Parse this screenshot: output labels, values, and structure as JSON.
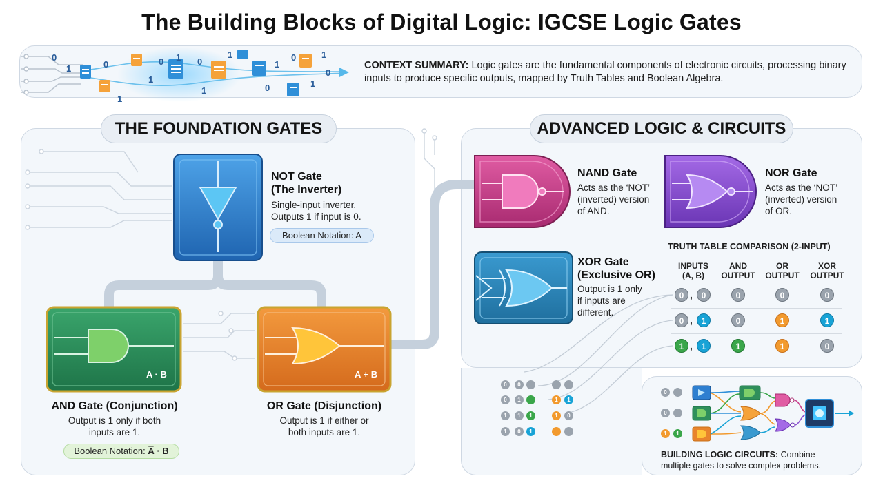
{
  "title": "The Building Blocks of Digital Logic: IGCSE Logic Gates",
  "context": {
    "label": "CONTEXT SUMMARY:",
    "text": " Logic gates are the fundamental components of electronic circuits, processing binary inputs to produce specific outputs, mapped by Truth Tables and Boolean Algebra."
  },
  "foundation": {
    "heading": "THE FOUNDATION GATES",
    "not": {
      "title_1": "NOT Gate",
      "title_2": "(The Inverter)",
      "desc_1": "Single-input inverter.",
      "desc_2": "Outputs 1 if input is 0.",
      "notation": "Boolean Notation: A̅"
    },
    "and": {
      "title": "AND Gate (Conjunction)",
      "desc_1": "Output is 1 only if both",
      "desc_2": "inputs are 1.",
      "notation_prefix": "Boolean Notation: ",
      "notation_expr": "A̅ · B",
      "block_label": "A · B"
    },
    "or": {
      "title": "OR Gate (Disjunction)",
      "desc_1": "Output is 1 if either or",
      "desc_2": "both inputs are 1.",
      "block_label": "A + B"
    }
  },
  "advanced": {
    "heading": "ADVANCED LOGIC & CIRCUITS",
    "nand": {
      "title": "NAND Gate",
      "desc_1": "Acts as the ‘NOT’",
      "desc_2": "(inverted) version",
      "desc_3": "of AND."
    },
    "nor": {
      "title": "NOR Gate",
      "desc_1": "Acts as the ‘NOT’",
      "desc_2": "(inverted) version",
      "desc_3": "of OR."
    },
    "xor": {
      "title_1": "XOR Gate",
      "title_2": "(Exclusive OR)",
      "desc_1": "Output is 1 only",
      "desc_2": "if inputs are",
      "desc_3": "different."
    }
  },
  "truth_table": {
    "title": "TRUTH TABLE COMPARISON (2-INPUT)",
    "headers": [
      [
        "INPUTS",
        "(A, B)"
      ],
      [
        "AND",
        "OUTPUT"
      ],
      [
        "OR",
        "OUTPUT"
      ],
      [
        "XOR",
        "OUTPUT"
      ]
    ],
    "rows": [
      {
        "a": "0",
        "b": "0",
        "and": "0",
        "or": "0",
        "xor": "0"
      },
      {
        "a": "0",
        "b": "1",
        "and": "0",
        "or": "1",
        "xor": "1"
      },
      {
        "a": "1",
        "b": "1",
        "and": "1",
        "or": "1",
        "xor": "0"
      }
    ],
    "comma": ","
  },
  "dot_grid": {
    "rows": [
      [
        "0",
        "0",
        "",
        "",
        ""
      ],
      [
        "0",
        "1",
        "",
        "1",
        "1"
      ],
      [
        "1",
        "1",
        "1",
        "1",
        "0"
      ],
      [
        "1",
        "0",
        "1",
        "",
        ""
      ]
    ]
  },
  "circuits": {
    "label": "BUILDING LOGIC CIRCUITS:",
    "text_1": " Combine",
    "text_2": "multiple gates to solve complex problems.",
    "inputs": [
      [
        "0",
        ""
      ],
      [
        "0",
        ""
      ],
      [
        "1",
        "1"
      ]
    ]
  },
  "banner": {
    "bits": [
      "0",
      "1",
      "0",
      "1",
      "1",
      "0",
      "1",
      "0",
      "1",
      "1",
      "0",
      "1",
      "0",
      "1",
      "1",
      "0"
    ]
  },
  "colors": {
    "not": "#2e7fd0",
    "and": "#2f8f5b",
    "or": "#e8842c",
    "nand": "#c93f8c",
    "nor": "#8a4fd0",
    "xor": "#2d86b8",
    "wire": "#c5d0dc"
  }
}
